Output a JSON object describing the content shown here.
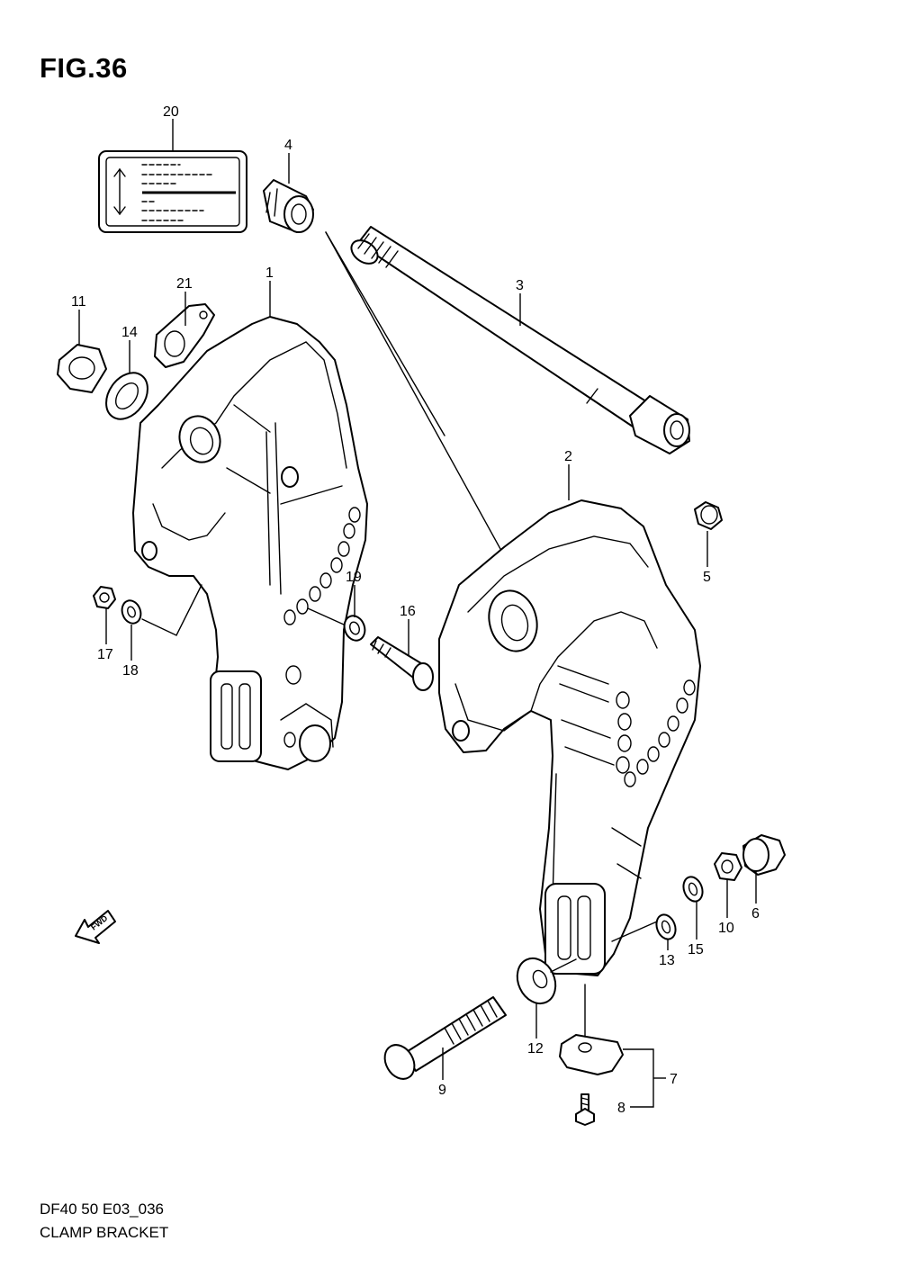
{
  "figure": {
    "title": "FIG.36"
  },
  "footer": {
    "code": "DF40 50 E03_036",
    "name": "CLAMP BRACKET"
  },
  "fwd_label": "FWD",
  "callouts": {
    "p1": "1",
    "p2": "2",
    "p3": "3",
    "p4": "4",
    "p5": "5",
    "p6": "6",
    "p7": "7",
    "p8": "8",
    "p9": "9",
    "p10": "10",
    "p11": "11",
    "p12": "12",
    "p13": "13",
    "p14": "14",
    "p15": "15",
    "p16": "16",
    "p17": "17",
    "p18": "18",
    "p19": "19",
    "p20": "20",
    "p21": "21"
  }
}
